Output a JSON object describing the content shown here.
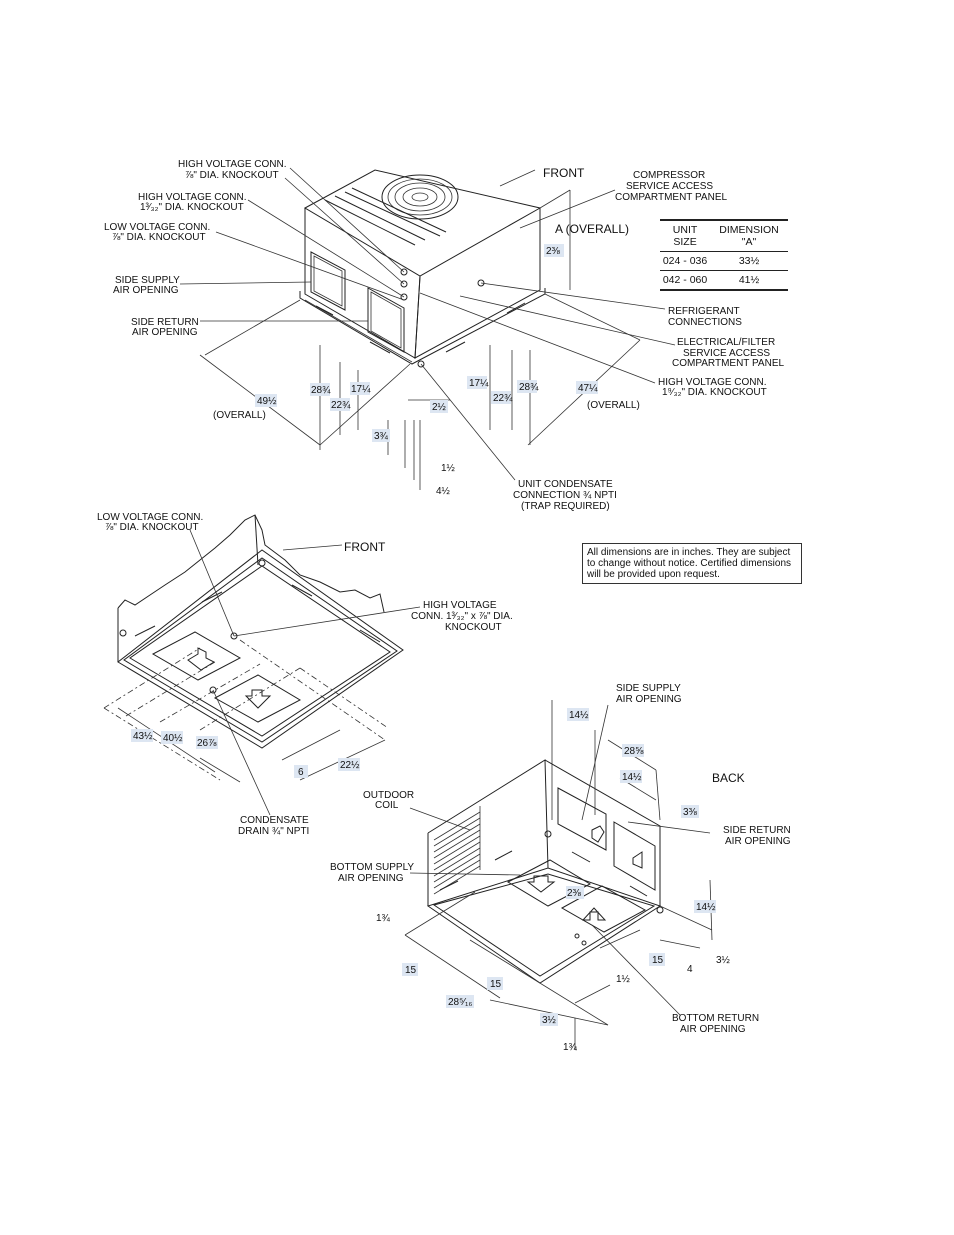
{
  "top_view": {
    "labels": {
      "high_voltage_conn_7_8": [
        "HIGH VOLTAGE CONN.",
        "⅞\" DIA. KNOCKOUT"
      ],
      "high_voltage_conn_1_3_32": [
        "HIGH VOLTAGE CONN.",
        "1³⁄₃₂\" DIA. KNOCKOUT"
      ],
      "low_voltage_conn": [
        "LOW VOLTAGE CONN.",
        "⅞\" DIA. KNOCKOUT"
      ],
      "side_supply": [
        "SIDE SUPPLY",
        "AIR OPENING"
      ],
      "side_return": [
        "SIDE RETURN",
        "AIR OPENING"
      ],
      "front": "FRONT",
      "compressor_panel": [
        "COMPRESSOR",
        "SERVICE ACCESS",
        "COMPARTMENT PANEL"
      ],
      "a_overall": "A  (OVERALL)",
      "refrigerant": [
        "REFRIGERANT",
        "CONNECTIONS"
      ],
      "electrical_filter": [
        "ELECTRICAL/FILTER",
        "SERVICE ACCESS",
        "COMPARTMENT PANEL"
      ],
      "high_voltage_conn_right": [
        "HIGH VOLTAGE CONN.",
        "1⁹⁄₃₂\" DIA. KNOCKOUT"
      ],
      "condensate": [
        "UNIT CONDENSATE",
        "CONNECTION ¾ NPTI",
        "(TRAP REQUIRED)"
      ],
      "overall_left": "(OVERALL)",
      "overall_right": "(OVERALL)"
    },
    "dims": {
      "d_2_3_8": "2⅜",
      "d_49_5": "49½",
      "d_28_3_4_l": "28¾",
      "d_22_3_4_l": "22¾",
      "d_17_1_4_l": "17¼",
      "d_2_1_2": "2½",
      "d_3_3_4": "3¾",
      "d_1_2": "1½",
      "d_4_1_2": "4½",
      "d_17_1_4_r": "17¼",
      "d_22_3_4_r": "22¾",
      "d_28_3_4_r": "28¾",
      "d_47_1_4": "47¼"
    }
  },
  "spec_table": {
    "header_unit": "UNIT SIZE",
    "header_dim": "DIMENSION \"A\"",
    "rows": [
      {
        "unit": "024 - 036",
        "dim": "33½"
      },
      {
        "unit": "042 - 060",
        "dim": "41½"
      }
    ]
  },
  "notice": "All dimensions are in inches. They are subject to change without notice. Certified dimensions will be provided upon request.",
  "bottom_left_view": {
    "labels": {
      "low_voltage": [
        "LOW VOLTAGE CONN.",
        "⅞\" DIA. KNOCKOUT"
      ],
      "front": "FRONT",
      "high_voltage": [
        "HIGH VOLTAGE",
        "CONN. 1³⁄₃₂\" x ⅞\" DIA.",
        "KNOCKOUT"
      ],
      "condensate": [
        "CONDENSATE",
        "DRAIN ¾\" NPTI"
      ]
    },
    "dims": {
      "d_43_5": "43½",
      "d_40_5": "40½",
      "d_26_7_8": "26⅞",
      "d_6": "6",
      "d_22_5": "22½"
    }
  },
  "bottom_right_view": {
    "labels": {
      "side_supply": [
        "SIDE SUPPLY",
        "AIR OPENING"
      ],
      "back": "BACK",
      "side_return": [
        "SIDE RETURN",
        "AIR OPENING"
      ],
      "outdoor_coil": [
        "OUTDOOR",
        "COIL"
      ],
      "bottom_supply": [
        "BOTTOM SUPPLY",
        "AIR OPENING"
      ],
      "bottom_return": [
        "BOTTOM RETURN",
        "AIR OPENING"
      ]
    },
    "dims": {
      "d_14_5_top": "14½",
      "d_28_5_8": "28⅝",
      "d_14_5_mid": "14½",
      "d_3_3_8": "3⅜",
      "d_2_3_8": "2⅜",
      "d_14_5_right": "14½",
      "d_1_3_4_l": "1¾",
      "d_15_l": "15",
      "d_15_m": "15",
      "d_28_5_16": "28⁵⁄₁₆",
      "d_1_5": "1½",
      "d_15_r": "15",
      "d_4": "4",
      "d_3_5_r": "3½",
      "d_3_5_b": "3½",
      "d_1_3_4_b": "1¾"
    }
  }
}
